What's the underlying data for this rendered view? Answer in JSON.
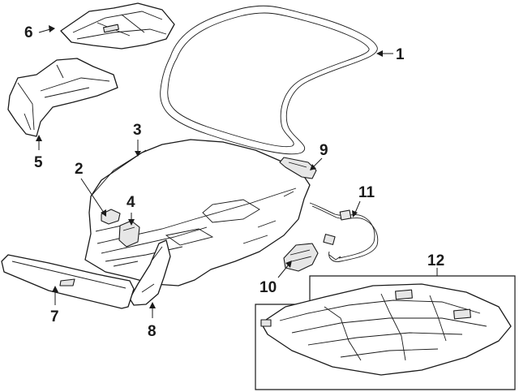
{
  "callouts": [
    {
      "id": "1",
      "label": "1"
    },
    {
      "id": "2",
      "label": "2"
    },
    {
      "id": "3",
      "label": "3"
    },
    {
      "id": "4",
      "label": "4"
    },
    {
      "id": "5",
      "label": "5"
    },
    {
      "id": "6",
      "label": "6"
    },
    {
      "id": "7",
      "label": "7"
    },
    {
      "id": "8",
      "label": "8"
    },
    {
      "id": "9",
      "label": "9"
    },
    {
      "id": "10",
      "label": "10"
    },
    {
      "id": "11",
      "label": "11"
    },
    {
      "id": "12",
      "label": "12"
    }
  ],
  "colors": {
    "line": "#1a1a1a",
    "background": "#ffffff",
    "shade": "#e6e6e6"
  }
}
